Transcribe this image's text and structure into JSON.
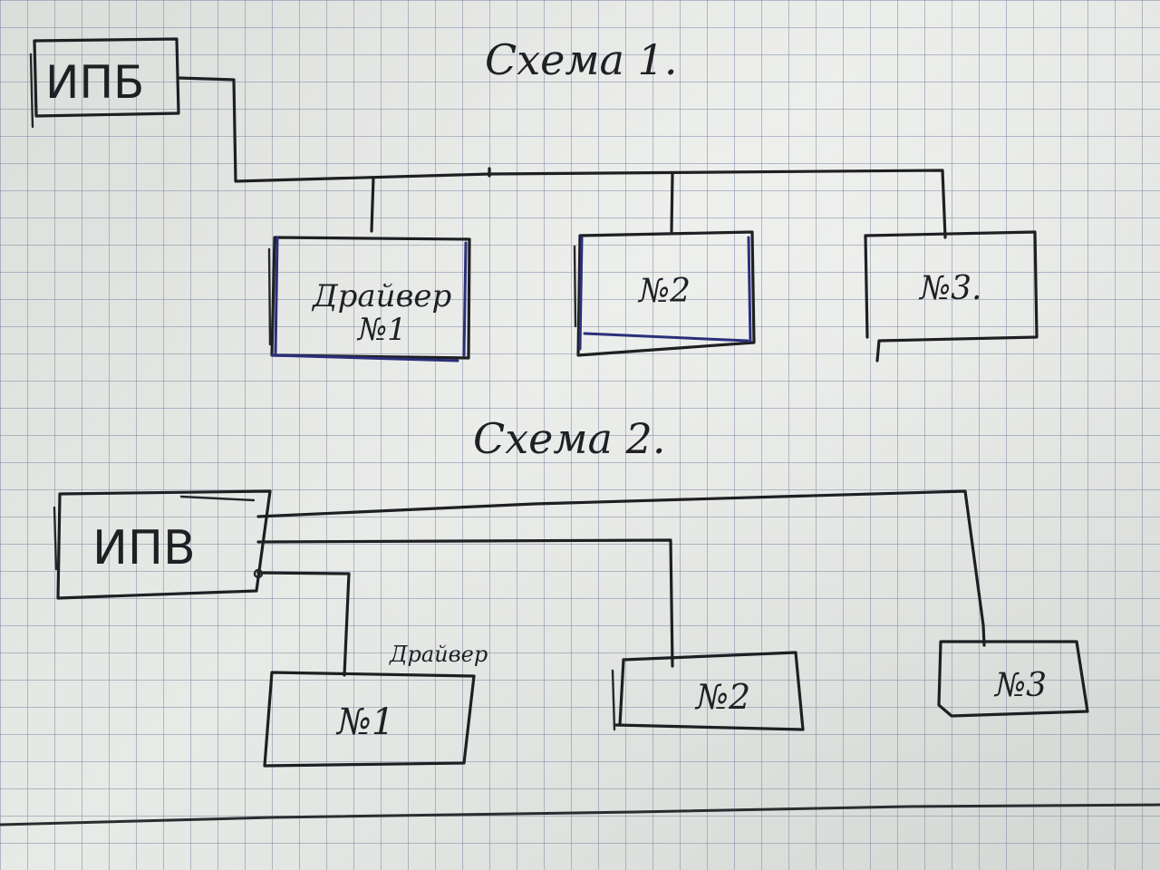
{
  "scheme1": {
    "title": "Схема 1.",
    "source": {
      "label": "ИПБ"
    },
    "drivers": [
      {
        "label_top": "Драйвер",
        "label": "№1"
      },
      {
        "label_top": "",
        "label": "№2"
      },
      {
        "label_top": "",
        "label": "№3."
      }
    ]
  },
  "scheme2": {
    "title": "Схема 2.",
    "source": {
      "label": "ИПВ"
    },
    "drivers": [
      {
        "label_top": "Драйвер",
        "label": "№1"
      },
      {
        "label_top": "",
        "label": "№2"
      },
      {
        "label_top": "",
        "label": "№3"
      }
    ]
  },
  "colors": {
    "ink": "#1e1f22",
    "blue_ink": "#2a2f7a",
    "grid": "#808ca5",
    "paper": "#e4e6e3"
  }
}
